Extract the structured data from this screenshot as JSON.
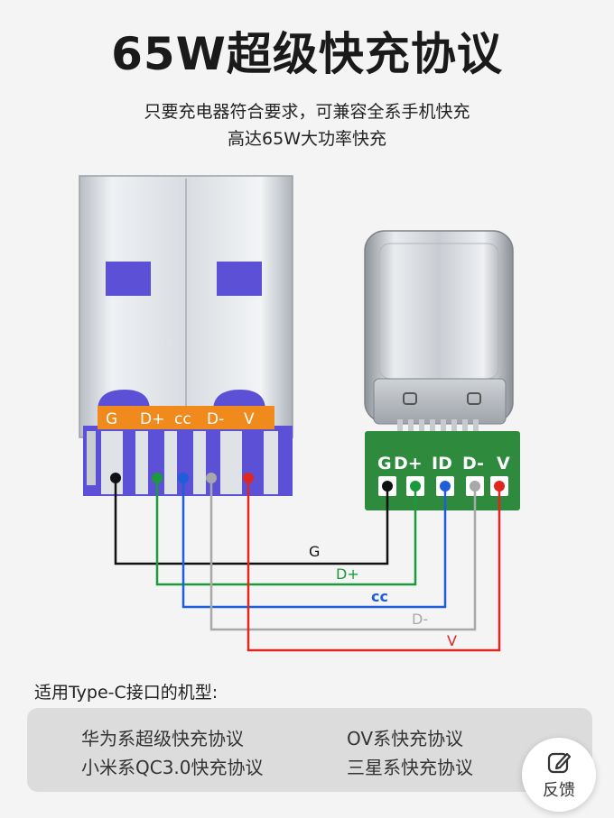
{
  "header": {
    "title": "65W超级快充协议",
    "subtitle_line1": "只要充电器符合要求，可兼容全系手机快充",
    "subtitle_line2": "高达65W大功率快充"
  },
  "usb_a": {
    "pin_labels": [
      "G",
      "D+",
      "cc",
      "D-",
      "V"
    ]
  },
  "usb_c": {
    "pin_labels": [
      "G",
      "D+",
      "ID",
      "D-",
      "V"
    ]
  },
  "wires": [
    {
      "label": "G",
      "color": "#111111"
    },
    {
      "label": "D+",
      "color": "#1a9a3a"
    },
    {
      "label": "cc",
      "color": "#1f5ed8"
    },
    {
      "label": "D-",
      "color": "#a8a8a8"
    },
    {
      "label": "V",
      "color": "#e0261f"
    }
  ],
  "compat": {
    "heading": "适用Type-C接口的机型:",
    "items": [
      "华为系超级快充协议",
      "小米系QC3.0快充协议",
      "OV系快充协议",
      "三星系快充协议"
    ]
  },
  "feedback": {
    "label": "反馈",
    "icon": "edit-icon"
  },
  "colors": {
    "pin_label_bar": "#f08a1c",
    "usb_a_insulator": "#5b50d6",
    "pcb_green": "#2e8b3e"
  }
}
